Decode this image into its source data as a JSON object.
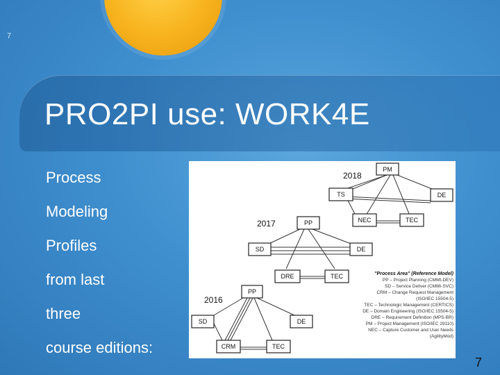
{
  "slide_number_top": "7",
  "title": "PRO2PI use: WORK4E",
  "bullets": [
    "Process",
    "Modeling",
    "Profiles",
    "from last",
    "three",
    "course editions:"
  ],
  "diagram": {
    "years": [
      "2018",
      "2017",
      "2016"
    ],
    "nodes": {
      "pm": "PM",
      "ts": "TS",
      "de18": "DE",
      "nec": "NEC",
      "tec18": "TEC",
      "pp17": "PP",
      "sd17": "SD",
      "de17": "DE",
      "dre": "DRE",
      "tec17": "TEC",
      "pp16": "PP",
      "sd16": "SD",
      "de16": "DE",
      "crm": "CRM",
      "tec16": "TEC"
    },
    "legend_title": "\"Process Area\" (Reference Model)",
    "legend": [
      "PP – Project Planning (CMMI-DEV)",
      "SD – Service Deliver (CMMI-SVC)",
      "CRM – Change Request Management",
      "(ISO/IEC 15504-5)",
      "TEC – Technologic Management (CERTICS)",
      "DE – Domain Engineering (ISO/IEC 15504-5)",
      "DRE – Requirement Definition (MPS-BR)",
      "PM – Project Management (ISO/IEC 29110)",
      "NEC – Capture Customer and User Needs",
      "(AgilityMod)"
    ]
  },
  "page_number": "7"
}
